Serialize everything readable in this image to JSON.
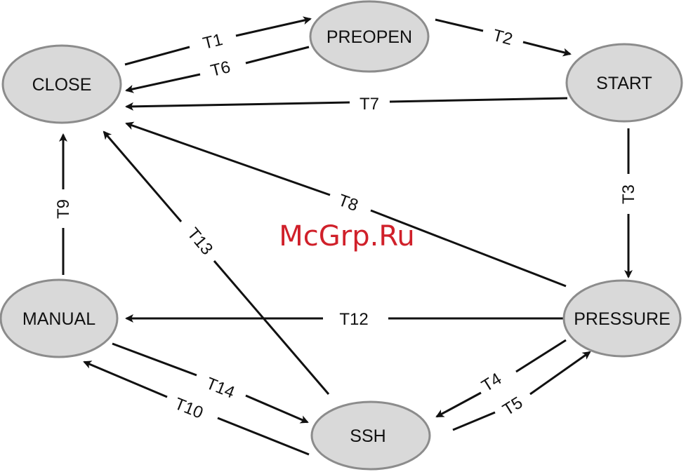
{
  "diagram": {
    "states": {
      "close": "CLOSE",
      "preopen": "PREOPEN",
      "start": "START",
      "pressure": "PRESSURE",
      "manual": "MANUAL",
      "ssh": "SSH"
    },
    "transitions": [
      {
        "id": "t1",
        "label": "T1",
        "from": "CLOSE",
        "to": "PREOPEN"
      },
      {
        "id": "t2",
        "label": "T2",
        "from": "PREOPEN",
        "to": "START"
      },
      {
        "id": "t3",
        "label": "T3",
        "from": "START",
        "to": "PRESSURE"
      },
      {
        "id": "t4",
        "label": "T4",
        "from": "PRESSURE",
        "to": "SSH"
      },
      {
        "id": "t5",
        "label": "T5",
        "from": "SSH",
        "to": "PRESSURE"
      },
      {
        "id": "t6",
        "label": "T6",
        "from": "PREOPEN",
        "to": "CLOSE"
      },
      {
        "id": "t7",
        "label": "T7",
        "from": "START",
        "to": "CLOSE"
      },
      {
        "id": "t8",
        "label": "T8",
        "from": "PRESSURE",
        "to": "CLOSE"
      },
      {
        "id": "t9",
        "label": "T9",
        "from": "MANUAL",
        "to": "CLOSE"
      },
      {
        "id": "t10",
        "label": "T10",
        "from": "SSH",
        "to": "MANUAL"
      },
      {
        "id": "t12",
        "label": "T12",
        "from": "PRESSURE",
        "to": "MANUAL"
      },
      {
        "id": "t13",
        "label": "T13",
        "from": "SSH",
        "to": "CLOSE"
      },
      {
        "id": "t14",
        "label": "T14",
        "from": "MANUAL",
        "to": "SSH"
      }
    ]
  },
  "watermark": "McGrp.Ru",
  "colors": {
    "node_fill": "#d9d9d9",
    "node_stroke": "#8c8c8c",
    "edge": "#111111",
    "watermark": "#d0202a"
  }
}
